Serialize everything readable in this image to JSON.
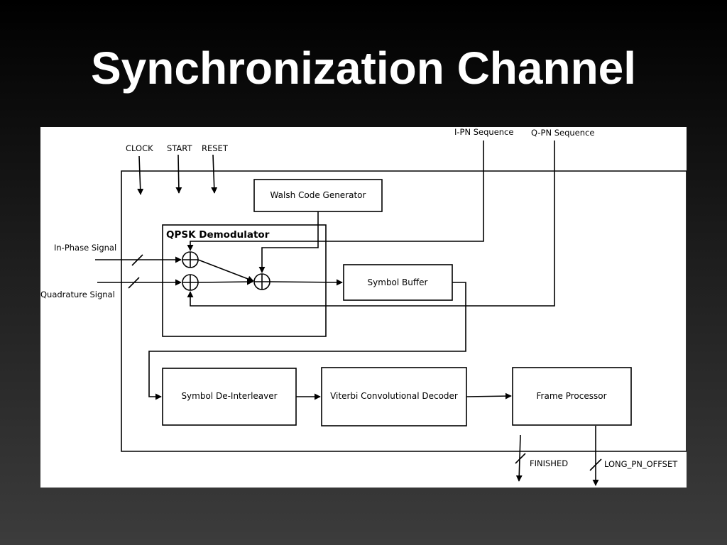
{
  "title": "Synchronization Channel",
  "diagram": {
    "inputs": {
      "clock": "CLOCK",
      "start": "START",
      "reset": "RESET",
      "i_pn": "I-PN Sequence",
      "q_pn": "Q-PN Sequence",
      "in_phase": "In-Phase Signal",
      "quadrature": "Quadrature Signal"
    },
    "blocks": {
      "walsh": "Walsh Code Generator",
      "qpsk": "QPSK Demodulator",
      "symbol_buffer": "Symbol Buffer",
      "deinterleaver": "Symbol De-Interleaver",
      "viterbi": "Viterbi Convolutional Decoder",
      "frame_processor": "Frame Processor"
    },
    "outputs": {
      "finished": "FINISHED",
      "long_pn_offset": "LONG_PN_OFFSET"
    }
  }
}
